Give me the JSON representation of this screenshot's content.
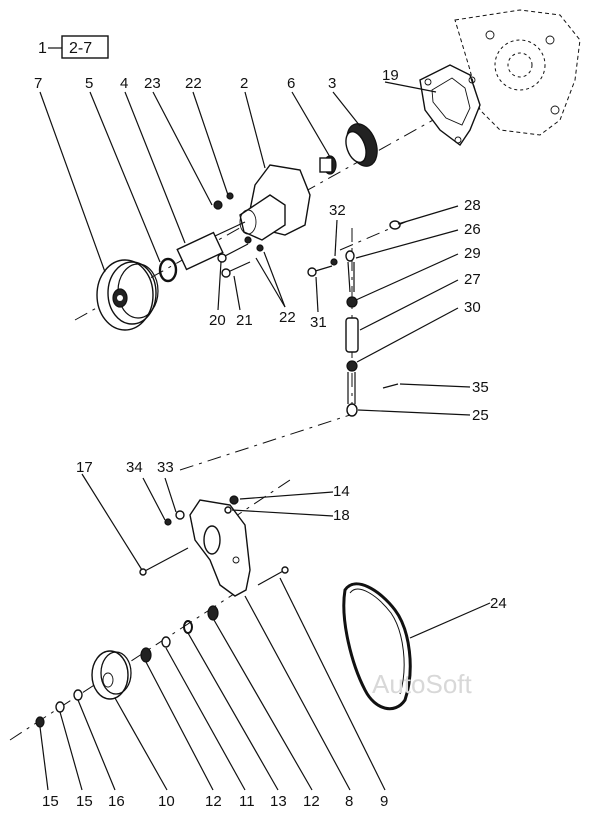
{
  "header": {
    "prefix": "1",
    "ref": "2-7"
  },
  "watermark": "AutoSoft",
  "callouts": [
    {
      "id": "c7",
      "label": "7"
    },
    {
      "id": "c5",
      "label": "5"
    },
    {
      "id": "c4",
      "label": "4"
    },
    {
      "id": "c23",
      "label": "23"
    },
    {
      "id": "c22a",
      "label": "22"
    },
    {
      "id": "c2",
      "label": "2"
    },
    {
      "id": "c6",
      "label": "6"
    },
    {
      "id": "c3",
      "label": "3"
    },
    {
      "id": "c19",
      "label": "19"
    },
    {
      "id": "c32",
      "label": "32"
    },
    {
      "id": "c28",
      "label": "28"
    },
    {
      "id": "c26",
      "label": "26"
    },
    {
      "id": "c29",
      "label": "29"
    },
    {
      "id": "c27",
      "label": "27"
    },
    {
      "id": "c30",
      "label": "30"
    },
    {
      "id": "c20",
      "label": "20"
    },
    {
      "id": "c21",
      "label": "21"
    },
    {
      "id": "c22b",
      "label": "22"
    },
    {
      "id": "c31",
      "label": "31"
    },
    {
      "id": "c35",
      "label": "35"
    },
    {
      "id": "c25",
      "label": "25"
    },
    {
      "id": "c17",
      "label": "17"
    },
    {
      "id": "c34",
      "label": "34"
    },
    {
      "id": "c33",
      "label": "33"
    },
    {
      "id": "c14",
      "label": "14"
    },
    {
      "id": "c18",
      "label": "18"
    },
    {
      "id": "c24",
      "label": "24"
    },
    {
      "id": "c15a",
      "label": "15"
    },
    {
      "id": "c15b",
      "label": "15"
    },
    {
      "id": "c16",
      "label": "16"
    },
    {
      "id": "c10",
      "label": "10"
    },
    {
      "id": "c12a",
      "label": "12"
    },
    {
      "id": "c11",
      "label": "11"
    },
    {
      "id": "c13",
      "label": "13"
    },
    {
      "id": "c12b",
      "label": "12"
    },
    {
      "id": "c8",
      "label": "8"
    },
    {
      "id": "c9",
      "label": "9"
    }
  ]
}
